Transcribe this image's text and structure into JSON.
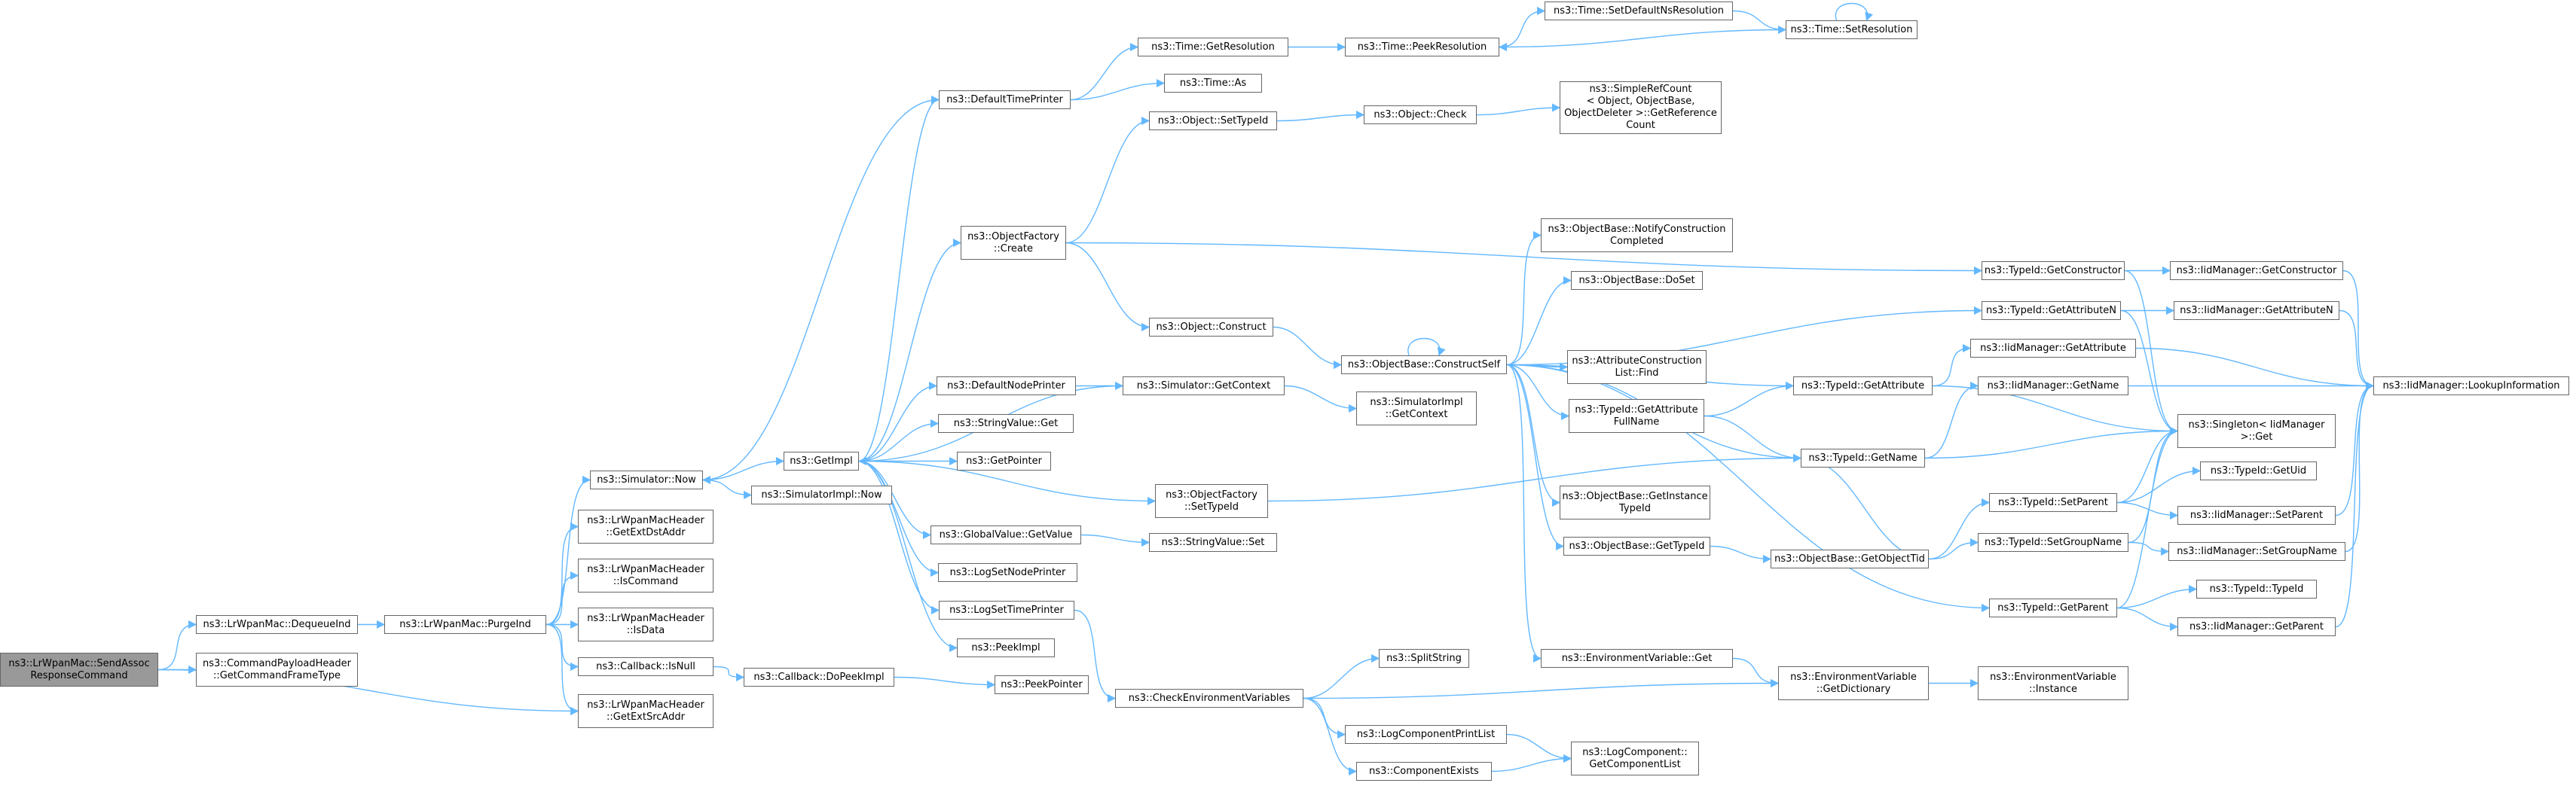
{
  "diagram": {
    "nodes": [
      {
        "id": "root",
        "label": "ns3::LrWpanMac::SendAssoc\nResponseCommand",
        "root": true
      },
      {
        "id": "deq",
        "label": "ns3::LrWpanMac::DequeueInd"
      },
      {
        "id": "cmdhdr",
        "label": "ns3::CommandPayloadHeader\n::GetCommandFrameType"
      },
      {
        "id": "purge",
        "label": "ns3::LrWpanMac::PurgeInd"
      },
      {
        "id": "simnow",
        "label": "ns3::Simulator::Now"
      },
      {
        "id": "dst",
        "label": "ns3::LrWpanMacHeader\n::GetExtDstAddr"
      },
      {
        "id": "iscmd",
        "label": "ns3::LrWpanMacHeader\n::IsCommand"
      },
      {
        "id": "isdata",
        "label": "ns3::LrWpanMacHeader\n::IsData"
      },
      {
        "id": "isnull",
        "label": "ns3::Callback::IsNull"
      },
      {
        "id": "src",
        "label": "ns3::LrWpanMacHeader\n::GetExtSrcAddr"
      },
      {
        "id": "getimpl",
        "label": "ns3::GetImpl"
      },
      {
        "id": "simimplnow",
        "label": "ns3::SimulatorImpl::Now"
      },
      {
        "id": "dopeek",
        "label": "ns3::Callback::DoPeekImpl"
      },
      {
        "id": "peekptr",
        "label": "ns3::PeekPointer"
      },
      {
        "id": "dtp",
        "label": "ns3::DefaultTimePrinter"
      },
      {
        "id": "ofcreate",
        "label": "ns3::ObjectFactory\n::Create"
      },
      {
        "id": "dnp",
        "label": "ns3::DefaultNodePrinter"
      },
      {
        "id": "strget",
        "label": "ns3::StringValue::Get"
      },
      {
        "id": "getptr",
        "label": "ns3::GetPointer"
      },
      {
        "id": "gvget",
        "label": "ns3::GlobalValue::GetValue"
      },
      {
        "id": "lsnp",
        "label": "ns3::LogSetNodePrinter"
      },
      {
        "id": "lstp",
        "label": "ns3::LogSetTimePrinter"
      },
      {
        "id": "peekimpl",
        "label": "ns3::PeekImpl"
      },
      {
        "id": "ofsettype",
        "label": "ns3::ObjectFactory\n::SetTypeId"
      },
      {
        "id": "getres",
        "label": "ns3::Time::GetResolution"
      },
      {
        "id": "timeas",
        "label": "ns3::Time::As"
      },
      {
        "id": "objsettype",
        "label": "ns3::Object::SetTypeId"
      },
      {
        "id": "objcons",
        "label": "ns3::Object::Construct"
      },
      {
        "id": "simgetctx",
        "label": "ns3::Simulator::GetContext"
      },
      {
        "id": "strset",
        "label": "ns3::StringValue::Set"
      },
      {
        "id": "checkenv",
        "label": "ns3::CheckEnvironmentVariables"
      },
      {
        "id": "peekres",
        "label": "ns3::Time::PeekResolution"
      },
      {
        "id": "objcheck",
        "label": "ns3::Object::Check"
      },
      {
        "id": "cself",
        "label": "ns3::ObjectBase::ConstructSelf"
      },
      {
        "id": "simimplctx",
        "label": "ns3::SimulatorImpl\n::GetContext"
      },
      {
        "id": "split",
        "label": "ns3::SplitString"
      },
      {
        "id": "lcpl",
        "label": "ns3::LogComponentPrintList"
      },
      {
        "id": "compexists",
        "label": "ns3::ComponentExists"
      },
      {
        "id": "setdefns",
        "label": "ns3::Time::SetDefaultNsResolution"
      },
      {
        "id": "srefcount",
        "label": "ns3::SimpleRefCount\n< Object, ObjectBase,\nObjectDeleter >::GetReference\nCount"
      },
      {
        "id": "notifycons",
        "label": "ns3::ObjectBase::NotifyConstruction\nCompleted"
      },
      {
        "id": "doset",
        "label": "ns3::ObjectBase::DoSet"
      },
      {
        "id": "acfind",
        "label": "ns3::AttributeConstruction\nList::Find"
      },
      {
        "id": "getattrfull",
        "label": "ns3::TypeId::GetAttribute\nFullName"
      },
      {
        "id": "obinst",
        "label": "ns3::ObjectBase::GetInstance\nTypeId"
      },
      {
        "id": "obgettid",
        "label": "ns3::ObjectBase::GetTypeId"
      },
      {
        "id": "envget",
        "label": "ns3::EnvironmentVariable::Get"
      },
      {
        "id": "getcomplist",
        "label": "ns3::LogComponent::\nGetComponentList"
      },
      {
        "id": "setres",
        "label": "ns3::Time::SetResolution"
      },
      {
        "id": "tidgetattr",
        "label": "ns3::TypeId::GetAttribute"
      },
      {
        "id": "tidgetname",
        "label": "ns3::TypeId::GetName"
      },
      {
        "id": "obgetobjtid",
        "label": "ns3::ObjectBase::GetObjectTid"
      },
      {
        "id": "envdict",
        "label": "ns3::EnvironmentVariable\n::GetDictionary"
      },
      {
        "id": "tidgetcons",
        "label": "ns3::TypeId::GetConstructor"
      },
      {
        "id": "tidgetattrn",
        "label": "ns3::TypeId::GetAttributeN"
      },
      {
        "id": "iidgetattr",
        "label": "ns3::IidManager::GetAttribute"
      },
      {
        "id": "iidgetname",
        "label": "ns3::IidManager::GetName"
      },
      {
        "id": "tidsetparent",
        "label": "ns3::TypeId::SetParent"
      },
      {
        "id": "tidsetgroup",
        "label": "ns3::TypeId::SetGroupName"
      },
      {
        "id": "tidgetparent",
        "label": "ns3::TypeId::GetParent"
      },
      {
        "id": "envinst",
        "label": "ns3::EnvironmentVariable\n::Instance"
      },
      {
        "id": "iidgetcons",
        "label": "ns3::IidManager::GetConstructor"
      },
      {
        "id": "iidgetattrn",
        "label": "ns3::IidManager::GetAttributeN"
      },
      {
        "id": "singleton",
        "label": "ns3::Singleton< IidManager\n>::Get"
      },
      {
        "id": "tidgetuid",
        "label": "ns3::TypeId::GetUid"
      },
      {
        "id": "iidsetparent",
        "label": "ns3::IidManager::SetParent"
      },
      {
        "id": "iidsetgroup",
        "label": "ns3::IidManager::SetGroupName"
      },
      {
        "id": "tidtypeid",
        "label": "ns3::TypeId::TypeId"
      },
      {
        "id": "iidgetparent",
        "label": "ns3::IidManager::GetParent"
      },
      {
        "id": "lookup",
        "label": "ns3::IidManager::LookupInformation"
      }
    ],
    "edges": [
      [
        "root",
        "deq"
      ],
      [
        "root",
        "cmdhdr"
      ],
      [
        "root",
        "src"
      ],
      [
        "deq",
        "purge"
      ],
      [
        "purge",
        "simnow"
      ],
      [
        "purge",
        "dst"
      ],
      [
        "purge",
        "iscmd"
      ],
      [
        "purge",
        "isdata"
      ],
      [
        "purge",
        "isnull"
      ],
      [
        "purge",
        "src"
      ],
      [
        "simnow",
        "getimpl"
      ],
      [
        "simnow",
        "simimplnow"
      ],
      [
        "isnull",
        "dopeek"
      ],
      [
        "dopeek",
        "peekptr"
      ],
      [
        "getimpl",
        "dtp"
      ],
      [
        "getimpl",
        "ofcreate"
      ],
      [
        "getimpl",
        "dnp"
      ],
      [
        "getimpl",
        "strget"
      ],
      [
        "getimpl",
        "getptr"
      ],
      [
        "getimpl",
        "gvget"
      ],
      [
        "getimpl",
        "lsnp"
      ],
      [
        "getimpl",
        "lstp"
      ],
      [
        "getimpl",
        "peekimpl"
      ],
      [
        "getimpl",
        "ofsettype"
      ],
      [
        "dtp",
        "getres"
      ],
      [
        "dtp",
        "timeas"
      ],
      [
        "dtp",
        "simnow"
      ],
      [
        "getres",
        "peekres"
      ],
      [
        "peekres",
        "setdefns"
      ],
      [
        "setdefns",
        "setres"
      ],
      [
        "setres",
        "peekres"
      ],
      [
        "setres",
        "setres"
      ],
      [
        "ofcreate",
        "objsettype"
      ],
      [
        "ofcreate",
        "objcons"
      ],
      [
        "ofcreate",
        "tidgetcons"
      ],
      [
        "objsettype",
        "objcheck"
      ],
      [
        "objcheck",
        "srefcount"
      ],
      [
        "objcons",
        "cself"
      ],
      [
        "dnp",
        "simgetctx"
      ],
      [
        "simgetctx",
        "getimpl"
      ],
      [
        "simgetctx",
        "simimplctx"
      ],
      [
        "gvget",
        "strset"
      ],
      [
        "lstp",
        "checkenv"
      ],
      [
        "ofsettype",
        "tidgetname"
      ],
      [
        "checkenv",
        "split"
      ],
      [
        "checkenv",
        "envdict"
      ],
      [
        "checkenv",
        "lcpl"
      ],
      [
        "checkenv",
        "compexists"
      ],
      [
        "lcpl",
        "getcomplist"
      ],
      [
        "compexists",
        "getcomplist"
      ],
      [
        "envget",
        "envdict"
      ],
      [
        "envdict",
        "envinst"
      ],
      [
        "cself",
        "notifycons"
      ],
      [
        "cself",
        "doset"
      ],
      [
        "cself",
        "acfind"
      ],
      [
        "cself",
        "getattrfull"
      ],
      [
        "cself",
        "obinst"
      ],
      [
        "cself",
        "obgettid"
      ],
      [
        "cself",
        "envget"
      ],
      [
        "cself",
        "tidgetattr"
      ],
      [
        "cself",
        "tidgetname"
      ],
      [
        "cself",
        "tidgetattrn"
      ],
      [
        "cself",
        "tidgetparent"
      ],
      [
        "cself",
        "cself"
      ],
      [
        "getattrfull",
        "tidgetattr"
      ],
      [
        "getattrfull",
        "tidgetname"
      ],
      [
        "obgettid",
        "obgetobjtid"
      ],
      [
        "obgetobjtid",
        "tidsetparent"
      ],
      [
        "obgetobjtid",
        "tidsetgroup"
      ],
      [
        "obgetobjtid",
        "tidgetname"
      ],
      [
        "tidgetattr",
        "iidgetattr"
      ],
      [
        "tidgetattr",
        "singleton"
      ],
      [
        "tidgetname",
        "iidgetname"
      ],
      [
        "tidgetname",
        "singleton"
      ],
      [
        "tidgetcons",
        "iidgetcons"
      ],
      [
        "tidgetcons",
        "singleton"
      ],
      [
        "tidgetattrn",
        "iidgetattrn"
      ],
      [
        "tidgetattrn",
        "singleton"
      ],
      [
        "tidsetparent",
        "tidgetuid"
      ],
      [
        "tidsetparent",
        "iidsetparent"
      ],
      [
        "tidsetparent",
        "singleton"
      ],
      [
        "tidsetgroup",
        "iidsetgroup"
      ],
      [
        "tidsetgroup",
        "singleton"
      ],
      [
        "tidgetparent",
        "tidtypeid"
      ],
      [
        "tidgetparent",
        "iidgetparent"
      ],
      [
        "tidgetparent",
        "singleton"
      ],
      [
        "iidgetattr",
        "lookup"
      ],
      [
        "iidgetname",
        "lookup"
      ],
      [
        "iidgetcons",
        "lookup"
      ],
      [
        "iidgetattrn",
        "lookup"
      ],
      [
        "iidsetparent",
        "lookup"
      ],
      [
        "iidsetgroup",
        "lookup"
      ],
      [
        "iidgetparent",
        "lookup"
      ]
    ]
  }
}
